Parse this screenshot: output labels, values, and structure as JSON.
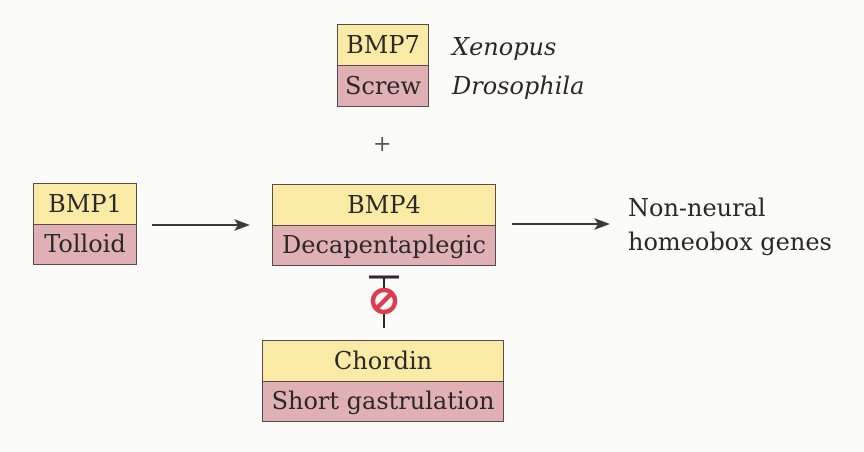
{
  "species_legend": {
    "top": {
      "gene": "BMP7",
      "organism": "Xenopus"
    },
    "bottom": {
      "gene": "Screw",
      "organism": "Drosophila"
    }
  },
  "plus_sign": "+",
  "nodes": {
    "bmp1": {
      "xenopus": "BMP1",
      "drosophila": "Tolloid"
    },
    "bmp4": {
      "xenopus": "BMP4",
      "drosophila": "Decapentaplegic"
    },
    "chordin": {
      "xenopus": "Chordin",
      "drosophila": "Short gastrulation"
    }
  },
  "target": {
    "line1": "Non-neural",
    "line2": "homeobox genes"
  },
  "colors": {
    "xenopus_fill": "#f9eba5",
    "drosophila_fill": "#e0b0b4",
    "inhibit_symbol": "#e03a4e"
  }
}
